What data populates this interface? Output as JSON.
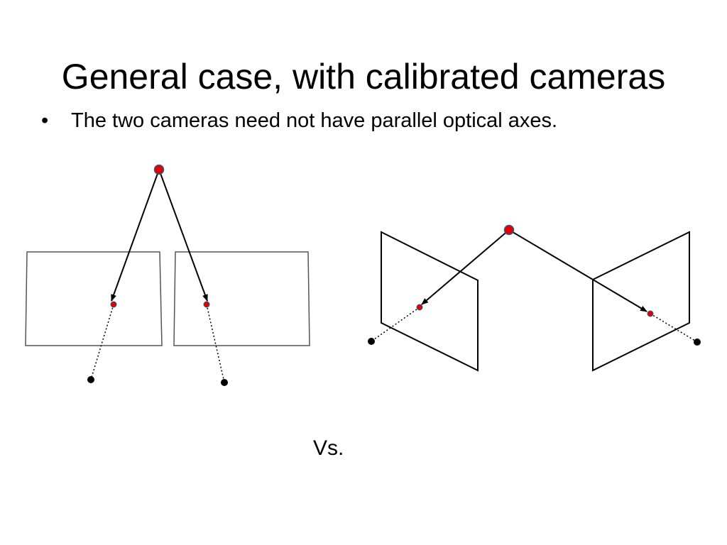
{
  "title": "General case, with calibrated cameras",
  "bullets": [
    {
      "marker": "•",
      "text": "The two cameras need not have parallel optical axes."
    }
  ],
  "comparison_label": "Vs.",
  "colors": {
    "scene_point": "#e00000",
    "scene_point_outline": "#2a5f8a",
    "camera_center": "#000000",
    "line": "#000000",
    "parallel_frame": "#555555"
  }
}
